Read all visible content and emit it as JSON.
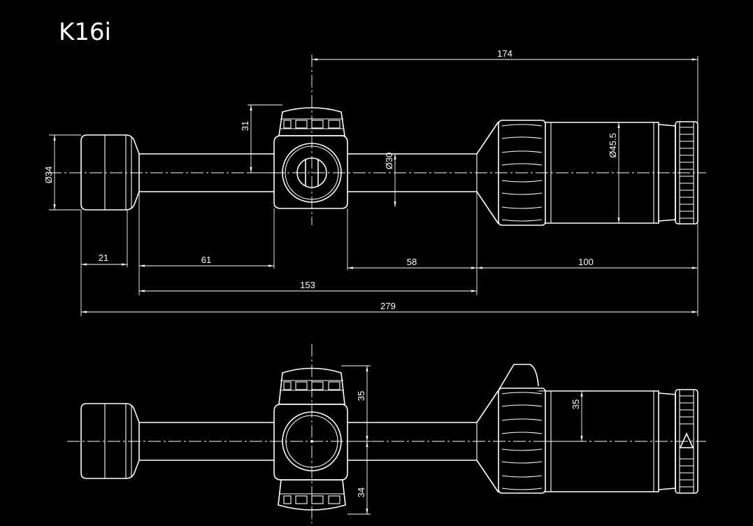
{
  "title": "K16i",
  "dimensions": {
    "overall_length": "279",
    "turret_to_eyepiece": "174",
    "objective_bell_length": "21",
    "front_tube_length": "61",
    "tube_total_length": "153",
    "rear_tube_length": "58",
    "eyepiece_length": "100",
    "turret_height_top": "31",
    "objective_diameter": "Ø34",
    "tube_diameter": "Ø30",
    "eyepiece_diameter": "Ø45.5",
    "turret_height_side": "35",
    "eyepiece_height_side": "35",
    "turret_height_bottom": "34"
  }
}
